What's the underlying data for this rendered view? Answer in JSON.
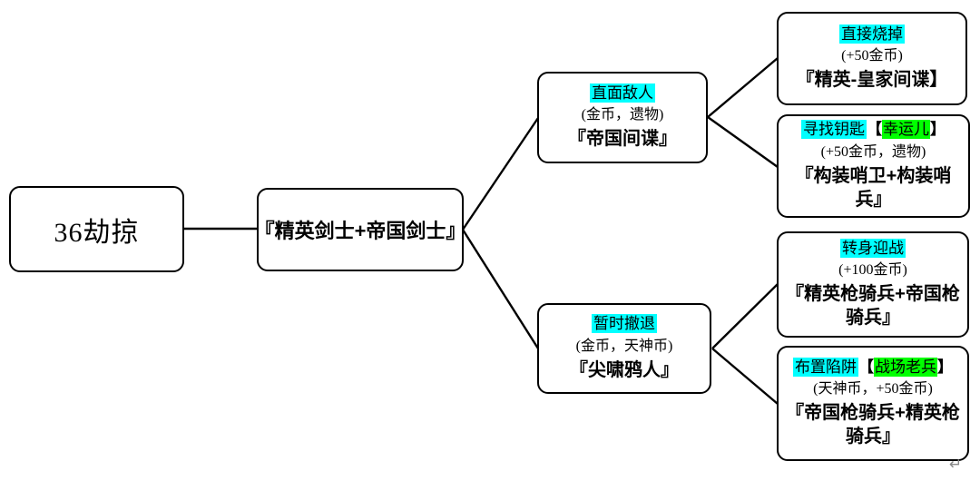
{
  "diagram": {
    "nodes": {
      "root": {
        "title": "36劫掠"
      },
      "encounter": {
        "title": "『精英剑士+帝国剑士』"
      },
      "face": {
        "action": "直面敌人",
        "reward": "(金币，遗物)",
        "result": "『帝国间谍』"
      },
      "retreat": {
        "action": "暂时撤退",
        "reward": "(金币，天神币)",
        "result": "『尖啸鸦人』"
      },
      "burn": {
        "action": "直接烧掉",
        "reward": "(+50金币)",
        "result": "『精英-皇家间谍】"
      },
      "findkey": {
        "action": "寻找钥匙",
        "req_open": "【",
        "requirement": "幸运儿",
        "req_close": "】",
        "reward": "(+50金币，遗物)",
        "result": "『构装哨卫+构装哨兵』"
      },
      "fight": {
        "action": "转身迎战",
        "reward": "(+100金币)",
        "result": "『精英枪骑兵+帝国枪骑兵』"
      },
      "trap": {
        "action": "布置陷阱",
        "req_open": "【",
        "requirement": "战场老兵",
        "req_close": "】",
        "reward": "(天神币，+50金币)",
        "result": "『帝国枪骑兵+精英枪骑兵』"
      }
    },
    "colors": {
      "action_highlight": "#00ffff",
      "requirement_highlight": "#00ff00",
      "box_border": "#000000",
      "connector": "#000000",
      "background": "#ffffff",
      "return_mark": "#8a8a8a"
    },
    "marks": {
      "return_mark": "↵"
    }
  }
}
